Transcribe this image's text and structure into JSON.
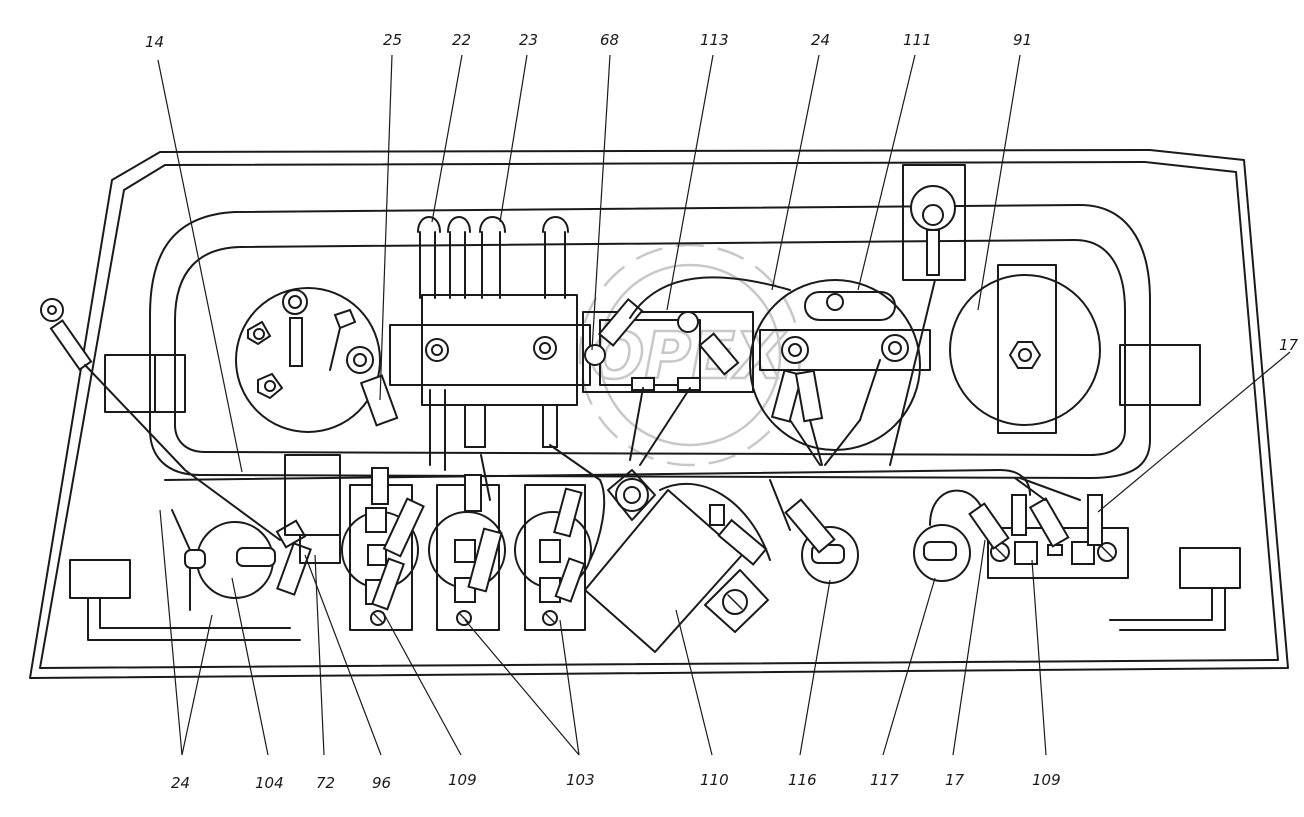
{
  "diagram": {
    "callouts_top": [
      "14",
      "25",
      "22",
      "23",
      "68",
      "113",
      "24",
      "111",
      "91"
    ],
    "callouts_right": [
      "17"
    ],
    "callouts_bottom": [
      "24",
      "104",
      "72",
      "96",
      "109",
      "103",
      "110",
      "116",
      "117",
      "17",
      "109"
    ]
  },
  "watermark": {
    "text": "OPEX",
    "icon": "gear-icon"
  }
}
